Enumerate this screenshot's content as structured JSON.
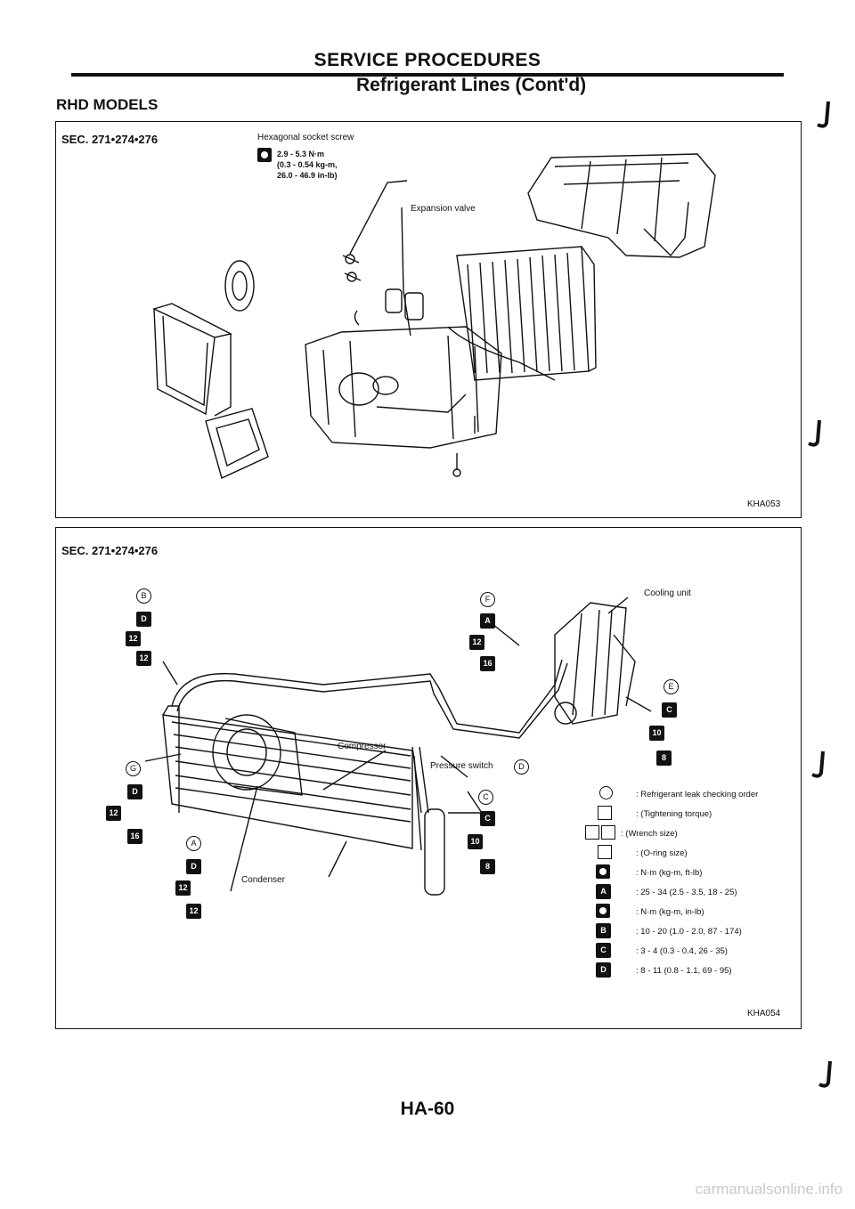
{
  "header": {
    "title": "SERVICE PROCEDURES",
    "subtitle": "Refrigerant Lines (Cont'd)",
    "section": "RHD MODELS"
  },
  "figure1": {
    "sec": "SEC. 271•274•276",
    "screw_label": "Hexagonal socket screw",
    "torque_nm": "2.9 - 5.3 N·m",
    "torque_kgm": "(0.3 - 0.54 kg-m,",
    "torque_inlb": "26.0 - 46.9 in-lb)",
    "expansion_valve": "Expansion valve",
    "code": "KHA053"
  },
  "figure2": {
    "sec": "SEC. 271•274•276",
    "cooling_unit": "Cooling unit",
    "compressor": "Compressor",
    "pressure_switch": "Pressure switch",
    "condenser": "Condenser",
    "code": "KHA054",
    "callouts": {
      "B": {
        "letter": "B",
        "badges": [
          "D",
          "12",
          "12"
        ]
      },
      "F": {
        "letter": "F",
        "badges": [
          "A",
          "12",
          "16"
        ]
      },
      "E": {
        "letter": "E",
        "badges": [
          "C",
          "10",
          "8"
        ]
      },
      "G": {
        "letter": "G",
        "badges": [
          "D",
          "12",
          "16"
        ]
      },
      "C": {
        "letter": "C",
        "badges": [
          "C",
          "10",
          "8"
        ]
      },
      "A": {
        "letter": "A",
        "badges": [
          "D",
          "12",
          "12"
        ]
      },
      "D": {
        "letter": "D"
      }
    },
    "legend": [
      ": Refrigerant leak checking order",
      ": (Tightening torque)",
      ": (Wrench size)",
      ": (O-ring size)",
      ": N·m (kg-m, ft-lb)",
      ": 25 - 34 (2.5 - 3.5, 18 - 25)",
      ": N·m (kg-m, in-lb)",
      ": 10 - 20 (1.0 - 2.0, 87 - 174)",
      ": 3 - 4 (0.3 - 0.4, 26 - 35)",
      ": 8 - 11 (0.8 - 1.1, 69 - 95)"
    ],
    "legend_badges": [
      "A",
      "B",
      "C",
      "D"
    ]
  },
  "footer": {
    "page": "HA-60"
  },
  "watermark": "carmanualsonline.info"
}
